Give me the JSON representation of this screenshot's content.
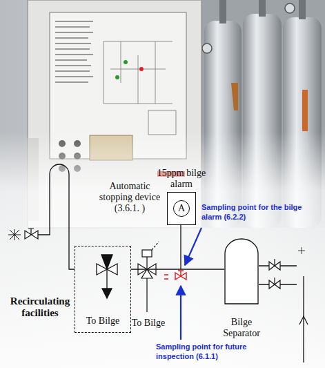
{
  "diagram": {
    "nodes": [
      {
        "text": [
          "15ppm bilge alarm",
          "A"
        ]
      },
      {
        "text": [
          "To Bilge"
        ]
      },
      {
        "text": [
          "Bilge Separator"
        ]
      }
    ],
    "edges": [
      {
        "from": 2,
        "to": 1,
        "arrow": "none"
      }
    ],
    "labels": [
      "Recirculating facilities",
      "To Bilge",
      "Automatic stopping device (3.6.1. )",
      "Sampling point for the bilge alarm (6.2.2)",
      "Sampling point for future inspection (6.1.1)"
    ]
  }
}
